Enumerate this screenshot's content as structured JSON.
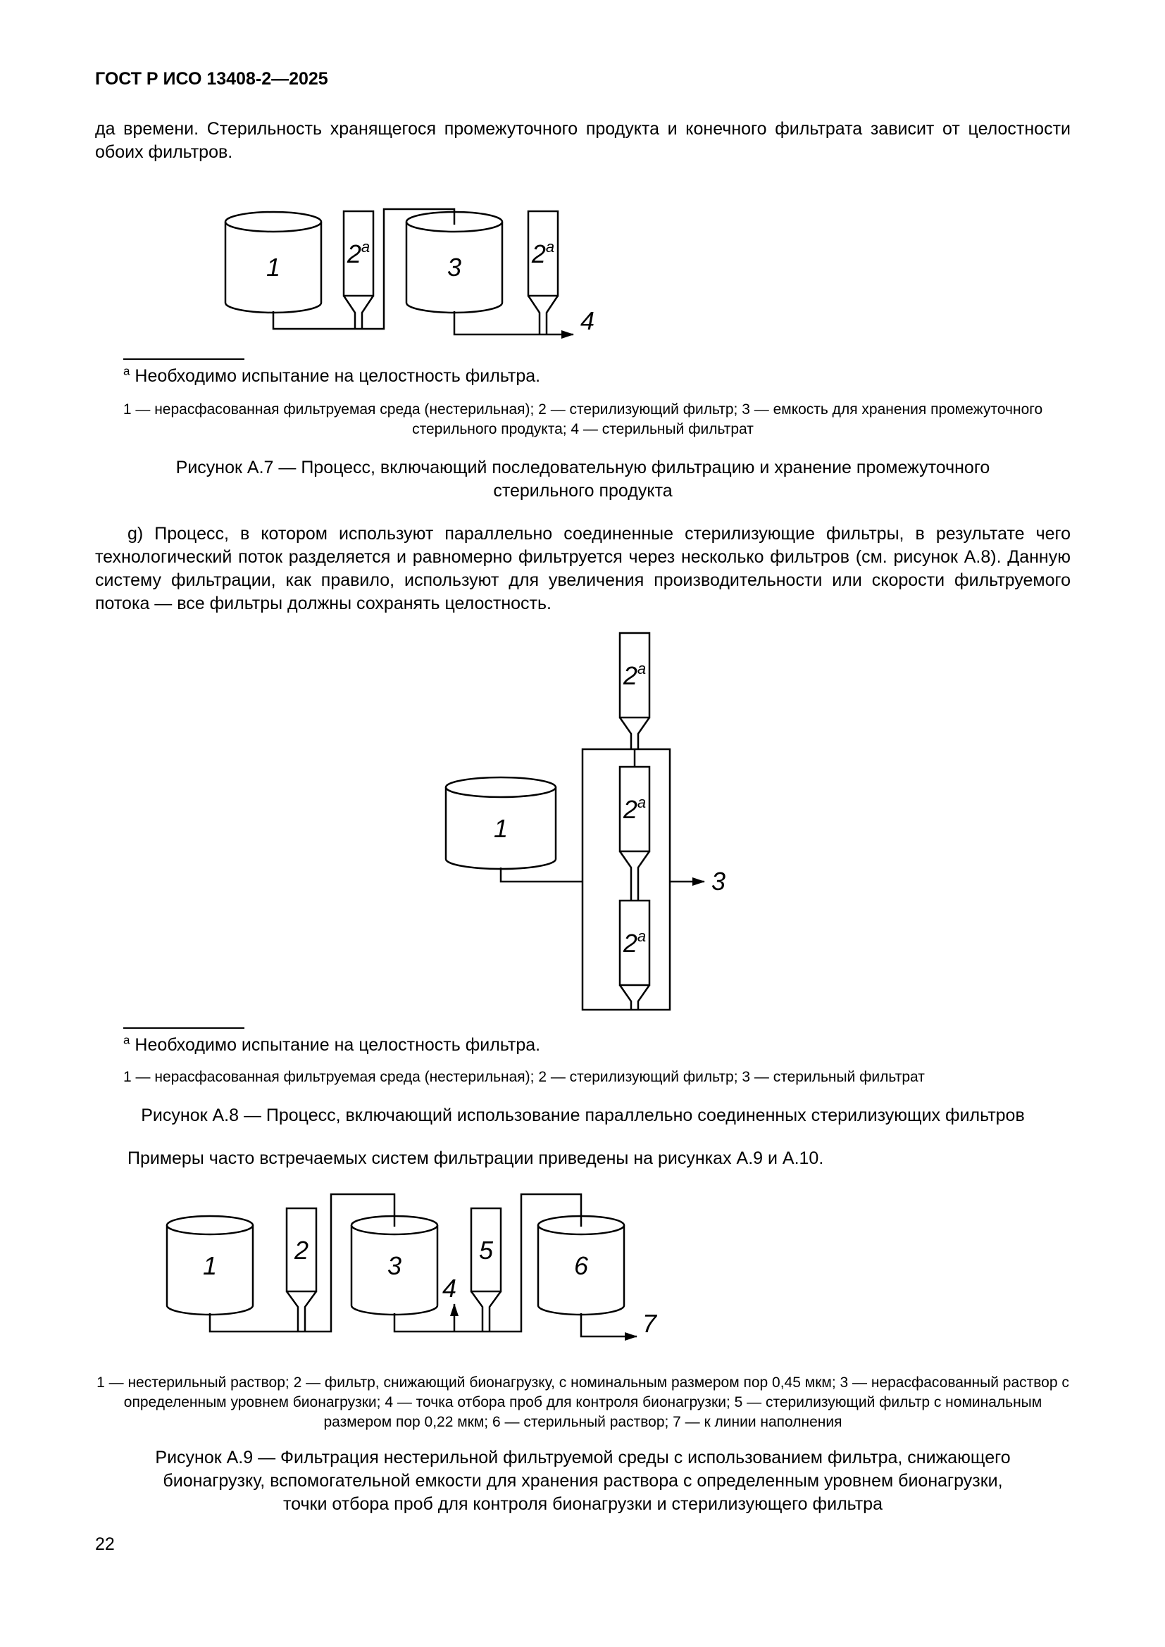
{
  "colors": {
    "ink": "#000000",
    "paper": "#ffffff"
  },
  "header": {
    "title": "ГОСТ Р ИСО 13408-2—2025"
  },
  "body": {
    "intro_paragraph": "да времени. Стерильность хранящегося промежуточного продукта и конечного фильтрата зависит от целостности обоих фильтров.",
    "paragraph_g": "g) Процесс, в котором используют параллельно соединенные стерилизующие фильтры, в результате чего технологический поток разделяется и равномерно фильтруется через несколько фильтров (см. рисунок А.8). Данную систему фильтрации, как правило, используют для увеличения производительности или скорости фильтруемого потока — все фильтры должны сохранять целостность.",
    "examples_paragraph": "Примеры часто встречаемых систем фильтрации приведены на рисунках А.9 и А.10."
  },
  "figure_a7": {
    "labels": {
      "tank1": "1",
      "filter": "2",
      "filter_sup": "a",
      "tank3": "3",
      "outlet": "4"
    },
    "footnote_marker": "a",
    "footnote_text": "Необходимо испытание на целостность фильтра.",
    "legend": "1 — нерасфасованная фильтруемая среда (нестерильная); 2 — стерилизующий фильтр; 3 — емкость для хранения промежуточного стерильного продукта; 4 — стерильный фильтрат",
    "caption": "Рисунок А.7 — Процесс, включающий последовательную фильтрацию и хранение промежуточного стерильного продукта"
  },
  "figure_a8": {
    "labels": {
      "tank1": "1",
      "filter": "2",
      "filter_sup": "a",
      "outlet": "3"
    },
    "footnote_marker": "a",
    "footnote_text": "Необходимо испытание на целостность фильтра.",
    "legend": "1 — нерасфасованная фильтруемая среда (нестерильная); 2 — стерилизующий фильтр; 3 — стерильный фильтрат",
    "caption": "Рисунок А.8 — Процесс, включающий использование параллельно соединенных стерилизующих фильтров"
  },
  "figure_a9": {
    "labels": {
      "tank1": "1",
      "filter2": "2",
      "tank3": "3",
      "sample": "4",
      "filter5": "5",
      "tank6": "6",
      "outlet": "7"
    },
    "legend": "1 — нестерильный раствор; 2 — фильтр, снижающий бионагрузку, с номинальным размером пор 0,45 мкм; 3 — нерасфасованный раствор с определенным уровнем бионагрузки; 4 — точка отбора проб для контроля бионагрузки; 5 — стерилизующий фильтр с номинальным размером пор 0,22 мкм; 6 — стерильный раствор; 7 — к линии наполнения",
    "caption": "Рисунок А.9 — Фильтрация нестерильной фильтруемой среды с использованием фильтра, снижающего бионагрузку, вспомогательной емкости для хранения раствора с определенным уровнем бионагрузки, точки отбора проб для контроля бионагрузки и стерилизующего фильтра"
  },
  "footer": {
    "page_number": "22"
  }
}
